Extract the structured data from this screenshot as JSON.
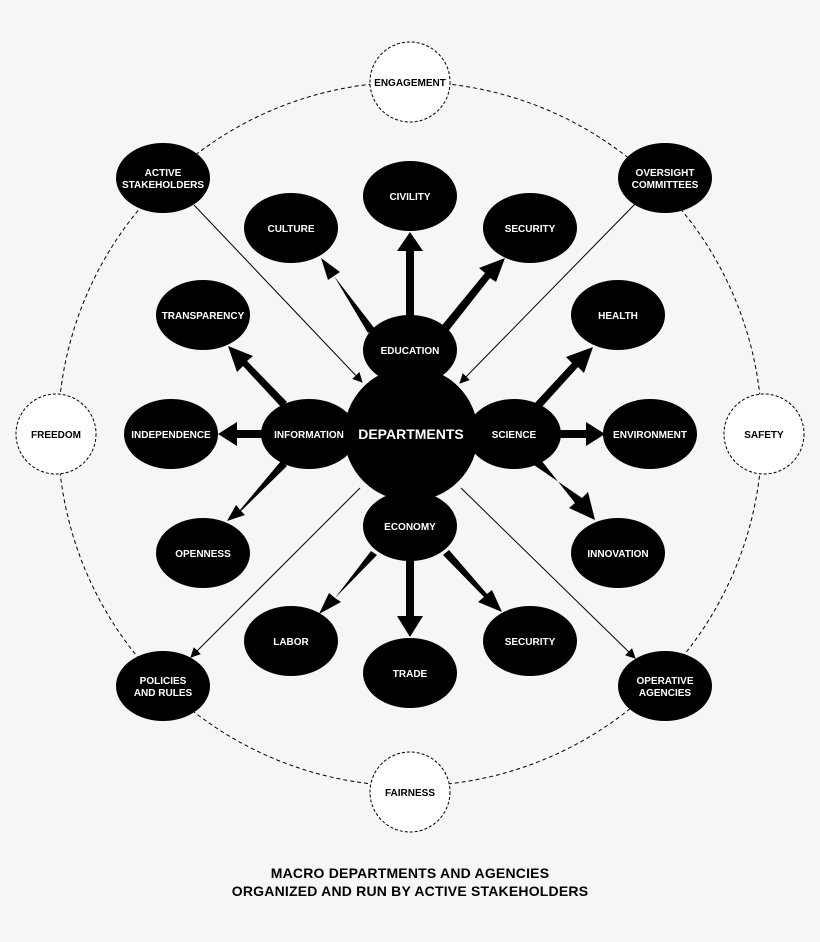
{
  "colors": {
    "background": "#f6f6f6",
    "node_fill": "#000000",
    "node_text": "#ffffff",
    "value_fill": "#ffffff",
    "value_text": "#000000",
    "line": "#000000"
  },
  "center": {
    "label": "DEPARTMENTS"
  },
  "departments": {
    "education": {
      "label": "EDUCATION"
    },
    "information": {
      "label": "INFORMATION"
    },
    "science": {
      "label": "SCIENCE"
    },
    "economy": {
      "label": "ECONOMY"
    }
  },
  "outcomes": {
    "culture": "CULTURE",
    "civility": "CIVILITY",
    "security_top": "SECURITY",
    "transparency": "TRANSPARENCY",
    "independence": "INDEPENDENCE",
    "openness": "OPENNESS",
    "health": "HEALTH",
    "environment": "ENVIRONMENT",
    "innovation": "INNOVATION",
    "labor": "LABOR",
    "trade": "TRADE",
    "security_bottom": "SECURITY"
  },
  "stakeholders": {
    "active_stakeholders": [
      "ACTIVE",
      "STAKEHOLDERS"
    ],
    "oversight_committees": [
      "OVERSIGHT",
      "COMMITTEES"
    ],
    "policies_and_rules": [
      "POLICIES",
      "AND RULES"
    ],
    "operative_agencies": [
      "OPERATIVE",
      "AGENCIES"
    ]
  },
  "values": {
    "engagement": "ENGAGEMENT",
    "freedom": "FREEDOM",
    "safety": "SAFETY",
    "fairness": "FAIRNESS"
  },
  "caption": {
    "line1": "MACRO DEPARTMENTS AND AGENCIES",
    "line2": "ORGANIZED AND RUN BY ACTIVE STAKEHOLDERS"
  }
}
